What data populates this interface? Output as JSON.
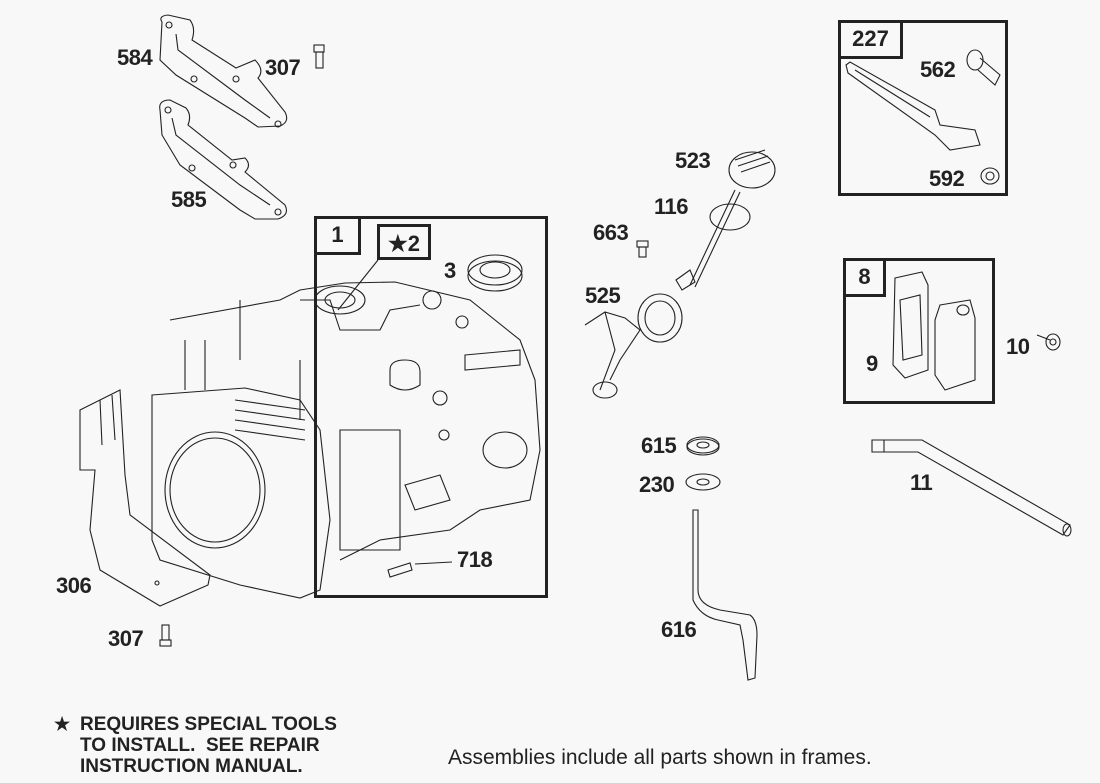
{
  "frames": {
    "short_block": {
      "tag": "1",
      "sub_tag": "★2"
    },
    "lever_assembly": {
      "tag": "227"
    },
    "gasket_kit": {
      "tag": "8"
    }
  },
  "parts": {
    "p584": "584",
    "p307_top": "307",
    "p585": "585",
    "p3": "3",
    "p523": "523",
    "p116": "116",
    "p663": "663",
    "p525": "525",
    "p562": "562",
    "p592": "592",
    "p9": "9",
    "p10": "10",
    "p615": "615",
    "p230": "230",
    "p11": "11",
    "p616": "616",
    "p718": "718",
    "p306": "306",
    "p307_bottom": "307"
  },
  "notes": {
    "star_symbol": "★",
    "special_tools_line1": "REQUIRES SPECIAL TOOLS",
    "special_tools_line2": "TO INSTALL.  SEE REPAIR",
    "special_tools_line3": "INSTRUCTION MANUAL.",
    "assemblies": "Assemblies include all parts shown in frames."
  },
  "colors": {
    "background": "#f8f8f8",
    "ink": "#222222"
  }
}
